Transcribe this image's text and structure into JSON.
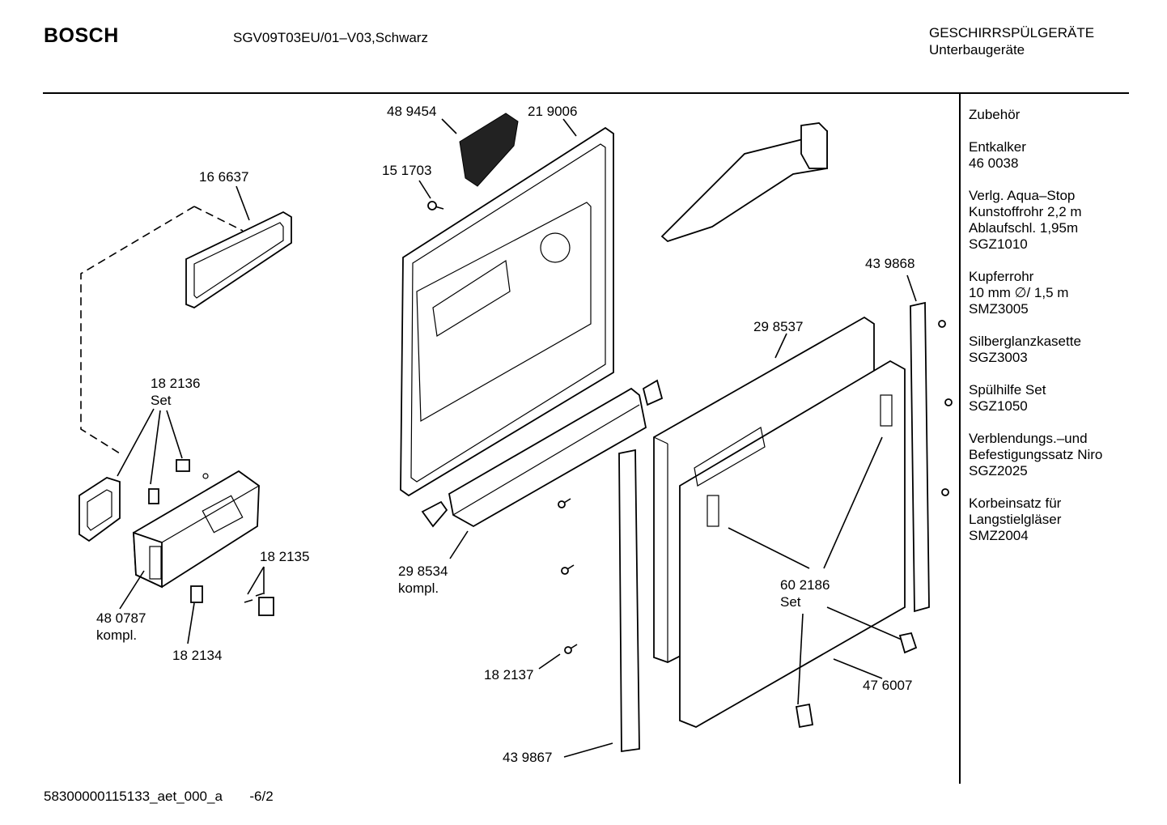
{
  "header": {
    "brand": "BOSCH",
    "model": "SGV09T03EU/01–V03,Schwarz",
    "category_line1": "GESCHIRRSPÜLGERÄTE",
    "category_line2": "Unterbaugeräte"
  },
  "accessories": {
    "title": "Zubehör",
    "groups": [
      [
        "Entkalker",
        "46 0038"
      ],
      [
        "Verlg. Aqua–Stop",
        "Kunstoffrohr 2,2 m",
        "Ablaufschl. 1,95m",
        "SGZ1010"
      ],
      [
        "Kupferrohr",
        "10 mm ∅/ 1,5 m",
        "SMZ3005"
      ],
      [
        "Silberglanzkasette",
        "SGZ3003"
      ],
      [
        "Spülhilfe Set",
        "SGZ1050"
      ],
      [
        "Verblendungs.–und",
        "Befestigungssatz Niro",
        "SGZ2025"
      ],
      [
        "Korbeinsatz für",
        "Langstielgläser",
        "SMZ2004"
      ]
    ]
  },
  "part_labels": {
    "p166637": "16 6637",
    "p182136": [
      "18 2136",
      "Set"
    ],
    "p480787": [
      "48 0787",
      "kompl."
    ],
    "p182134": "18 2134",
    "p182135": "18 2135",
    "p489454": "48 9454",
    "p219006": "21 9006",
    "p151703": "15 1703",
    "p298534": [
      "29 8534",
      "kompl."
    ],
    "p182137": "18 2137",
    "p439867": "43 9867",
    "p298537": "29 8537",
    "p439868": "43 9868",
    "p602186": [
      "60 2186",
      "Set"
    ],
    "p476007": "47 6007"
  },
  "footer": {
    "doc_id": "58300000115133_aet_000_a",
    "page": "-6/2"
  }
}
